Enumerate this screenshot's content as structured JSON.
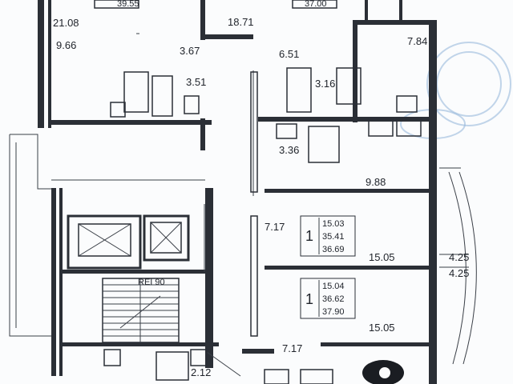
{
  "plan": {
    "top_left_partial": "39.55",
    "top_mid_partial": "37.00",
    "rooms": [
      {
        "id": "r1",
        "value": "21.08"
      },
      {
        "id": "r2",
        "value": "9.66"
      },
      {
        "id": "r3",
        "value": "18.71"
      },
      {
        "id": "r4",
        "value": "3.67"
      },
      {
        "id": "r5",
        "value": "3.51"
      },
      {
        "id": "r6",
        "value": "6.51"
      },
      {
        "id": "r7",
        "value": "3.16"
      },
      {
        "id": "r8",
        "value": "7.84"
      },
      {
        "id": "r9",
        "value": "3.36"
      },
      {
        "id": "r10",
        "value": "9.88"
      },
      {
        "id": "r11",
        "value": "7.17"
      },
      {
        "id": "r12",
        "value": "15.05"
      },
      {
        "id": "r13",
        "value": "4.25"
      },
      {
        "id": "r14",
        "value": "4.25"
      },
      {
        "id": "r15",
        "value": "15.05"
      },
      {
        "id": "r16",
        "value": "7.17"
      },
      {
        "id": "r17",
        "value": "2.12"
      }
    ],
    "apartments": [
      {
        "number": "1",
        "living": "15.03",
        "total": "35.41",
        "gross": "36.69"
      },
      {
        "number": "1",
        "living": "15.04",
        "total": "36.62",
        "gross": "37.90"
      }
    ],
    "fire_label": "REI 90"
  }
}
